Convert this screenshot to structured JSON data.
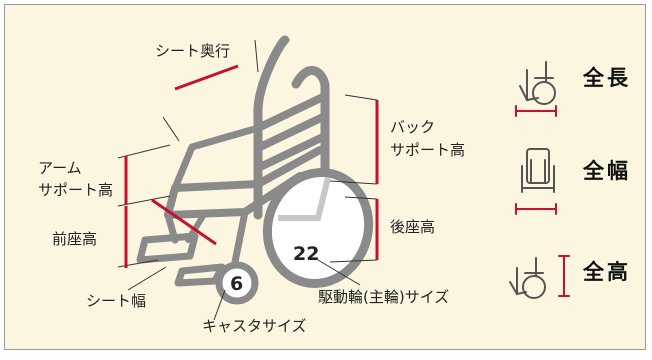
{
  "labels": {
    "seat_depth": "シート奥行",
    "back_support_1": "バック",
    "back_support_2": "サポート高",
    "arm_support_1": "アーム",
    "arm_support_2": "サポート高",
    "front_seat_height": "前座高",
    "rear_seat_height": "後座高",
    "seat_width": "シート幅",
    "drive_wheel_size": "駆動輪(主輪)サイズ",
    "caster_size": "キャスタサイズ"
  },
  "wheel_numbers": {
    "drive_wheel": "22",
    "caster": "6"
  },
  "legend": [
    {
      "icon": "side-view-wheelchair-icon",
      "label": "全長"
    },
    {
      "icon": "front-view-wheelchair-icon",
      "label": "全幅"
    },
    {
      "icon": "side-view-wheelchair-height-icon",
      "label": "全高"
    }
  ],
  "colors": {
    "panel_background": "#fcf6e1",
    "frame_gray": "#8a8a8a",
    "accent_red": "#c8102e"
  }
}
